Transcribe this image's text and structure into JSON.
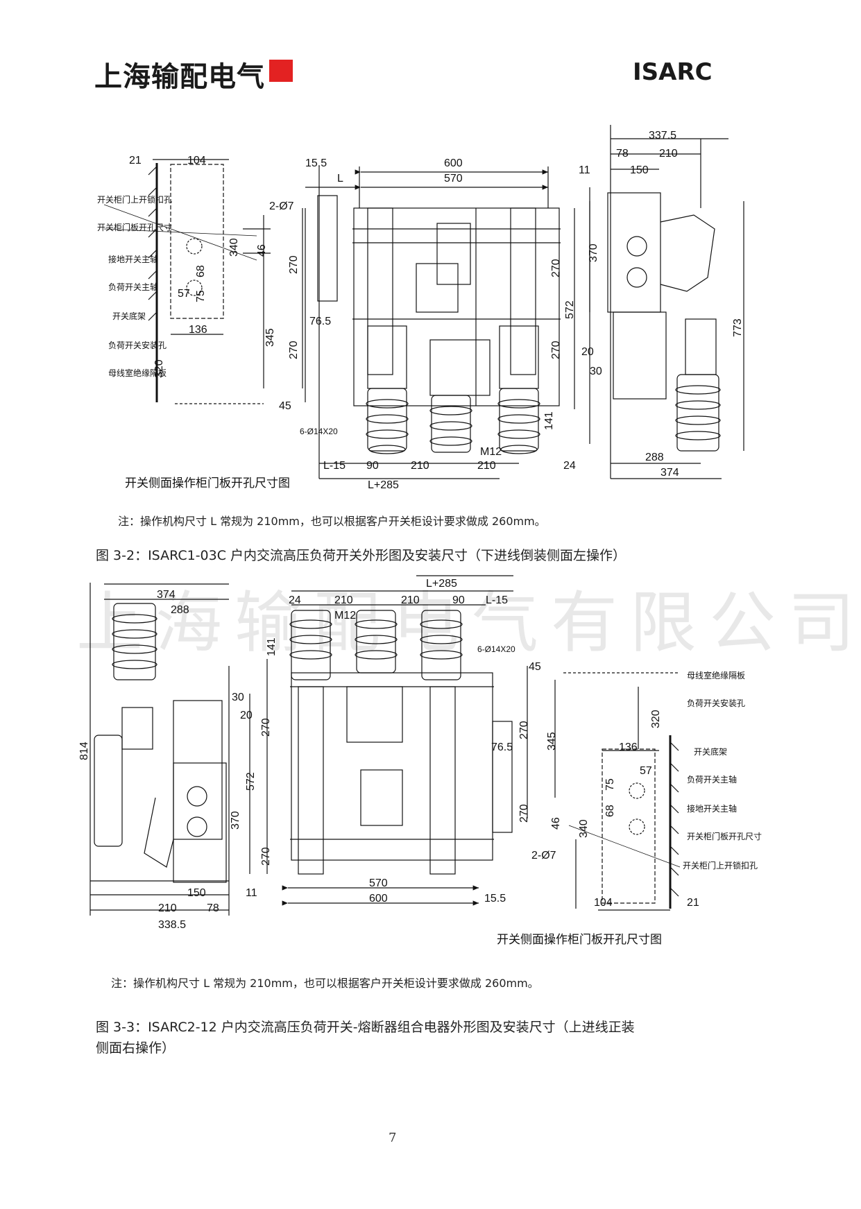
{
  "header": {
    "brand": "上海输配电气",
    "model": "ISARC"
  },
  "figure1": {
    "dims": {
      "d21": "21",
      "d104": "104",
      "d15_5": "15.5",
      "dL": "L",
      "d600": "600",
      "d570": "570",
      "d337_5": "337.5",
      "d78": "78",
      "d210": "210",
      "d11": "11",
      "d150": "150",
      "d2phi7": "2-Ø7",
      "d340": "340",
      "d46": "46",
      "d270a": "270",
      "d68": "68",
      "d57": "57",
      "d75": "75",
      "d76_5": "76.5",
      "d136": "136",
      "d345": "345",
      "d270b": "270",
      "d320": "320",
      "d45": "45",
      "d6phi": "6-Ø14X20",
      "d370": "370",
      "d572": "572",
      "d270c": "270",
      "d270d": "270",
      "d20": "20",
      "d30": "30",
      "d773": "773",
      "d141": "141",
      "dM12": "M12",
      "dL15": "L-15",
      "d90": "90",
      "d210b": "210",
      "d210c": "210",
      "d24": "24",
      "dL285": "L+285",
      "d288": "288",
      "d374": "374"
    },
    "labels": [
      "开关柜门上开锁扣孔",
      "开关柜门板开孔尺寸",
      "接地开关主轴",
      "负荷开关主轴",
      "开关底架",
      "负荷开关安装孔",
      "母线室绝缘隔板"
    ],
    "subtitle": "开关侧面操作柜门板开孔尺寸图",
    "note": "注：操作机构尺寸 L 常规为 210mm，也可以根据客户开关柜设计要求做成 260mm。",
    "caption": "图 3-2：ISARC1-03C 户内交流高压负荷开关外形图及安装尺寸（下进线倒装侧面左操作）"
  },
  "watermark": "上海输配电气有限公司",
  "figure2": {
    "dims": {
      "d374": "374",
      "d288": "288",
      "d24": "24",
      "d210a": "210",
      "d210b": "210",
      "d90": "90",
      "dL15": "L-15",
      "dL285": "L+285",
      "dM12": "M12",
      "d141": "141",
      "d6phi": "6-Ø14X20",
      "d45": "45",
      "d30": "30",
      "d20": "20",
      "d270a": "270",
      "d572": "572",
      "d270b": "270",
      "d814": "814",
      "d370": "370",
      "d270c": "270",
      "d345": "345",
      "d270d": "270",
      "d320": "320",
      "d76_5": "76.5",
      "d136": "136",
      "d57": "57",
      "d75": "75",
      "d68": "68",
      "d46": "46",
      "d340": "340",
      "d2phi7": "2-Ø7",
      "d570": "570",
      "d600": "600",
      "d15_5": "15.5",
      "d150": "150",
      "d11": "11",
      "d210c": "210",
      "d78": "78",
      "d338_5": "338.5",
      "d104": "104",
      "d21": "21"
    },
    "labels": [
      "母线室绝缘隔板",
      "负荷开关安装孔",
      "开关底架",
      "负荷开关主轴",
      "接地开关主轴",
      "开关柜门板开孔尺寸",
      "开关柜门上开锁扣孔"
    ],
    "subtitle": "开关侧面操作柜门板开孔尺寸图",
    "note": "注：操作机构尺寸 L 常规为 210mm，也可以根据客户开关柜设计要求做成 260mm。",
    "caption1": "图 3-3：ISARC2-12 户内交流高压负荷开关-熔断器组合电器外形图及安装尺寸（上进线正装",
    "caption2": "侧面右操作）"
  },
  "page_number": "7"
}
